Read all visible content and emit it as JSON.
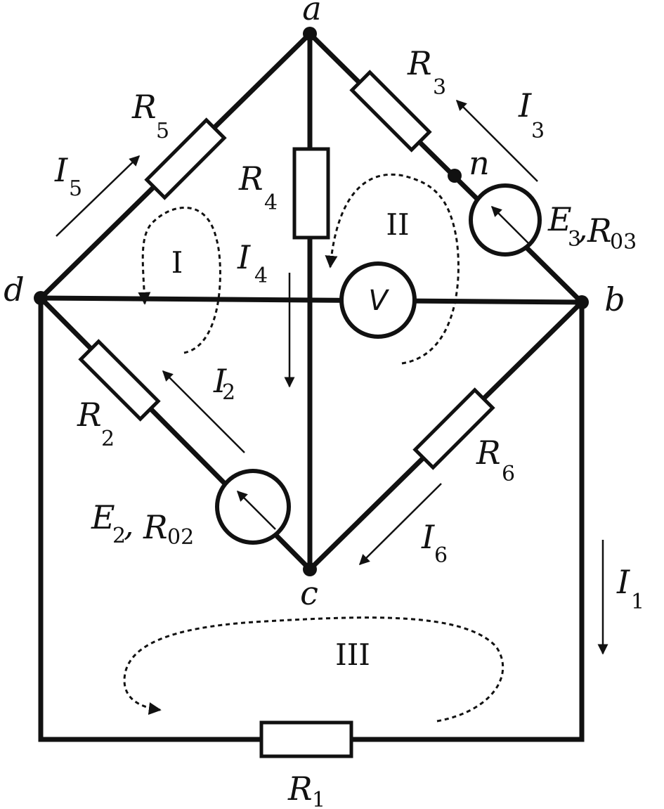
{
  "nodes": {
    "a": "a",
    "b": "b",
    "c": "c",
    "d": "d",
    "n": "n"
  },
  "resistors": {
    "R1": {
      "main": "R",
      "sub": "1"
    },
    "R2": {
      "main": "R",
      "sub": "2"
    },
    "R3": {
      "main": "R",
      "sub": "3"
    },
    "R4": {
      "main": "R",
      "sub": "4"
    },
    "R5": {
      "main": "R",
      "sub": "5"
    },
    "R6": {
      "main": "R",
      "sub": "6"
    }
  },
  "currents": {
    "I1": {
      "main": "I",
      "sub": "1"
    },
    "I2": {
      "main": "I",
      "sub": "2"
    },
    "I3": {
      "main": "I",
      "sub": "3"
    },
    "I4": {
      "main": "I",
      "sub": "4"
    },
    "I5": {
      "main": "I",
      "sub": "5"
    },
    "I6": {
      "main": "I",
      "sub": "6"
    }
  },
  "sources": {
    "E2": {
      "e": "E",
      "e_sub": "2",
      "sep": ",",
      "r": "R",
      "r_sub": "02"
    },
    "E3": {
      "e": "E",
      "e_sub": "3",
      "sep": ",",
      "r": "R",
      "r_sub": "03"
    }
  },
  "voltmeter": "V",
  "loops": {
    "I": "I",
    "II": "II",
    "III": "III"
  }
}
